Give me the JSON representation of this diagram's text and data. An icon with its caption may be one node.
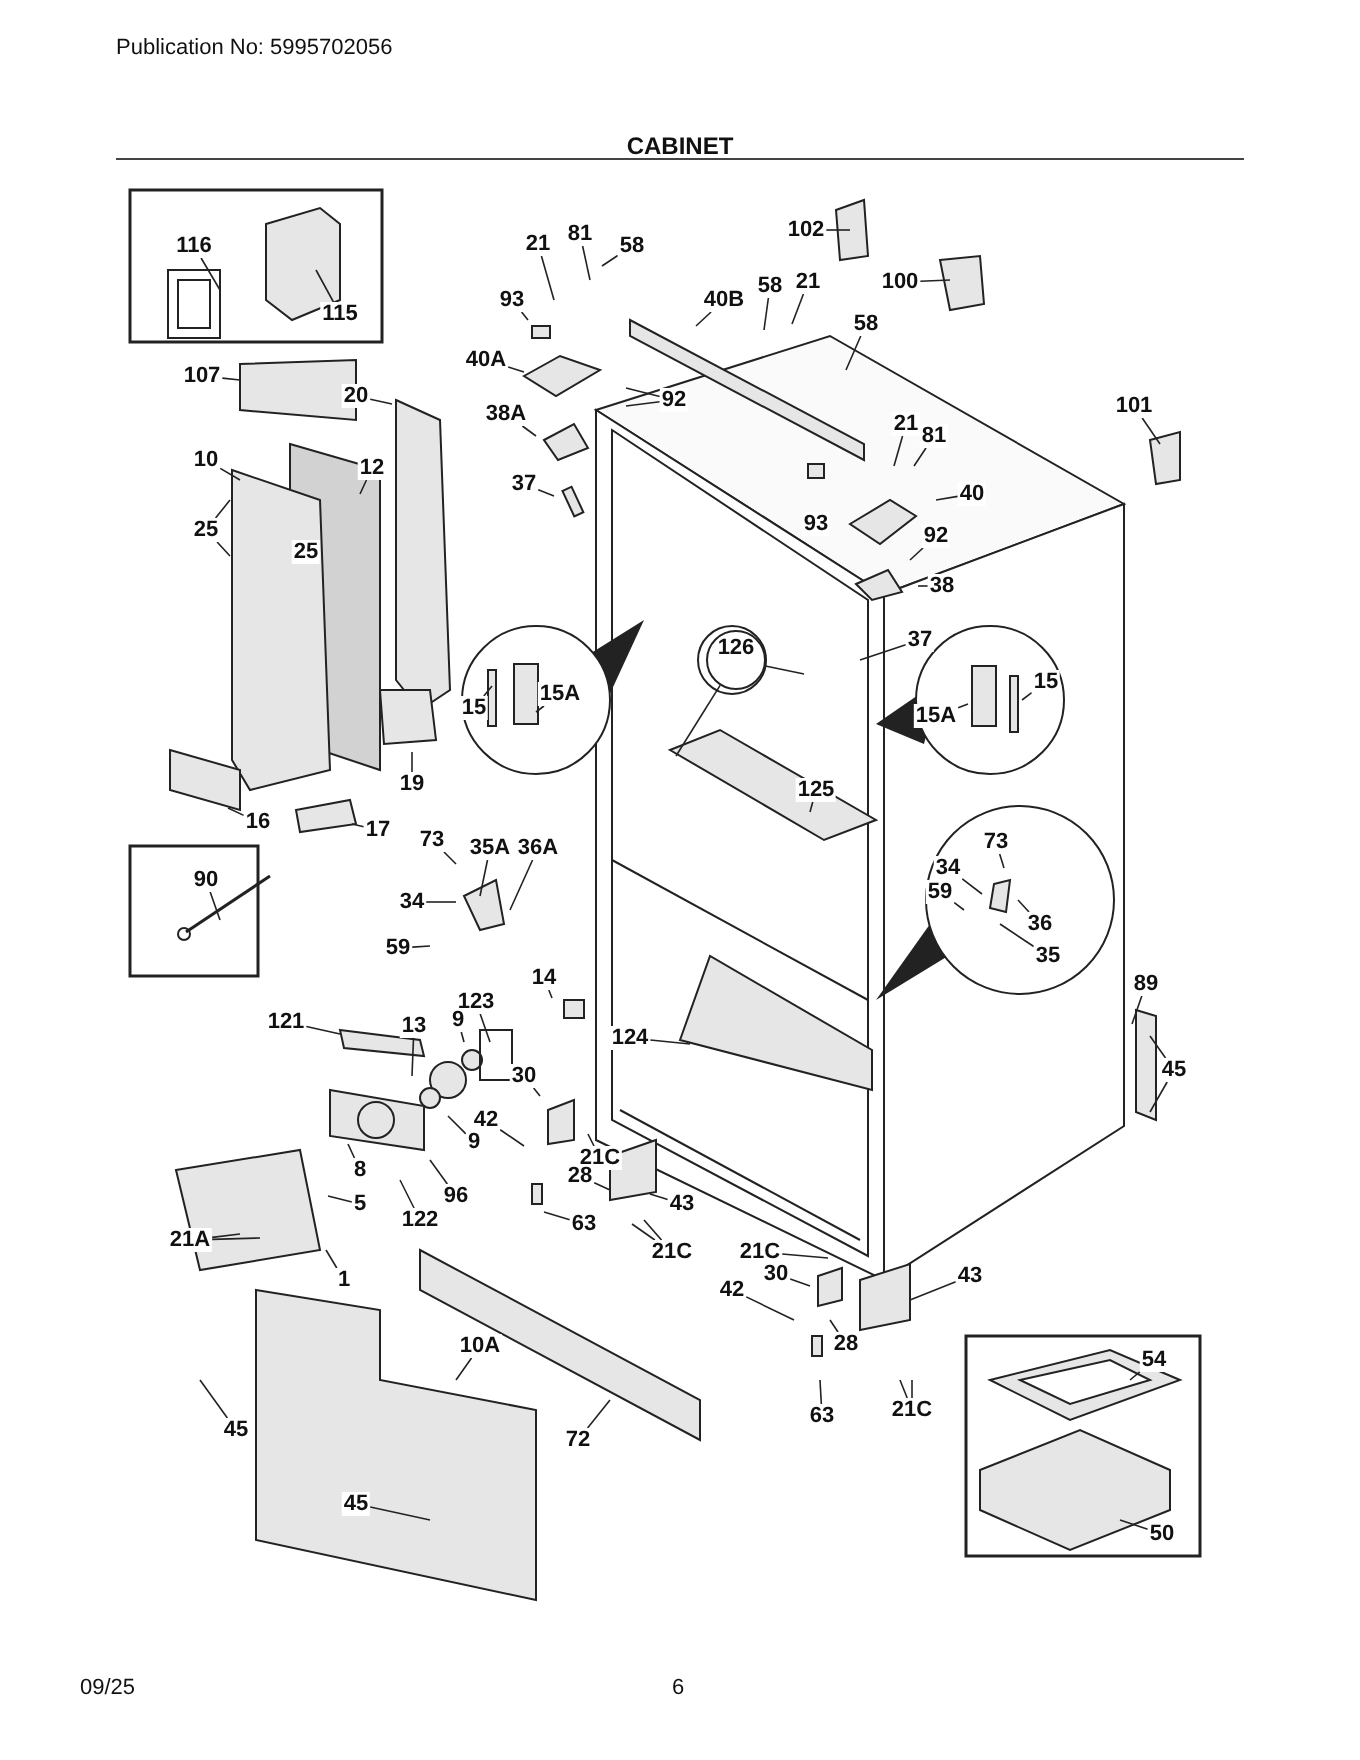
{
  "diagram": {
    "title": "CABINET",
    "nodes": [
      {
        "text": [
          "116"
        ]
      },
      {
        "text": [
          "115"
        ]
      },
      {
        "text": [
          "21"
        ]
      },
      {
        "text": [
          "81"
        ]
      },
      {
        "text": [
          "58"
        ]
      },
      {
        "text": [
          "102"
        ]
      },
      {
        "text": [
          "100"
        ]
      },
      {
        "text": [
          "93"
        ]
      },
      {
        "text": [
          "40B"
        ]
      },
      {
        "text": [
          "58"
        ]
      },
      {
        "text": [
          "21"
        ]
      },
      {
        "text": [
          "58"
        ]
      },
      {
        "text": [
          "40A"
        ]
      },
      {
        "text": [
          "107"
        ]
      },
      {
        "text": [
          "20"
        ]
      },
      {
        "text": [
          "92"
        ]
      },
      {
        "text": [
          "101"
        ]
      },
      {
        "text": [
          "38A"
        ]
      },
      {
        "text": [
          "21"
        ]
      },
      {
        "text": [
          "81"
        ]
      },
      {
        "text": [
          "10"
        ]
      },
      {
        "text": [
          "12"
        ]
      },
      {
        "text": [
          "37"
        ]
      },
      {
        "text": [
          "40"
        ]
      },
      {
        "text": [
          "93"
        ]
      },
      {
        "text": [
          "92"
        ]
      },
      {
        "text": [
          "25"
        ]
      },
      {
        "text": [
          "25"
        ]
      },
      {
        "text": [
          "38"
        ]
      },
      {
        "text": [
          "37"
        ]
      },
      {
        "text": [
          "126"
        ]
      },
      {
        "text": [
          "15"
        ]
      },
      {
        "text": [
          "15A"
        ]
      },
      {
        "text": [
          "15A"
        ]
      },
      {
        "text": [
          "15"
        ]
      },
      {
        "text": [
          "19"
        ]
      },
      {
        "text": [
          "125"
        ]
      },
      {
        "text": [
          "16"
        ]
      },
      {
        "text": [
          "17"
        ]
      },
      {
        "text": [
          "73"
        ]
      },
      {
        "text": [
          "35A"
        ]
      },
      {
        "text": [
          "36A"
        ]
      },
      {
        "text": [
          "73"
        ]
      },
      {
        "text": [
          "34"
        ]
      },
      {
        "text": [
          "90"
        ]
      },
      {
        "text": [
          "59"
        ]
      },
      {
        "text": [
          "34"
        ]
      },
      {
        "text": [
          "36"
        ]
      },
      {
        "text": [
          "35"
        ]
      },
      {
        "text": [
          "59"
        ]
      },
      {
        "text": [
          "14"
        ]
      },
      {
        "text": [
          "89"
        ]
      },
      {
        "text": [
          "123"
        ]
      },
      {
        "text": [
          "121"
        ]
      },
      {
        "text": [
          "13"
        ]
      },
      {
        "text": [
          "9"
        ]
      },
      {
        "text": [
          "124"
        ]
      },
      {
        "text": [
          "45"
        ]
      },
      {
        "text": [
          "30"
        ]
      },
      {
        "text": [
          "42"
        ]
      },
      {
        "text": [
          "9"
        ]
      },
      {
        "text": [
          "21C"
        ]
      },
      {
        "text": [
          "8"
        ]
      },
      {
        "text": [
          "28"
        ]
      },
      {
        "text": [
          "96"
        ]
      },
      {
        "text": [
          "5"
        ]
      },
      {
        "text": [
          "43"
        ]
      },
      {
        "text": [
          "63"
        ]
      },
      {
        "text": [
          "122"
        ]
      },
      {
        "text": [
          "21A"
        ]
      },
      {
        "text": [
          "21C"
        ]
      },
      {
        "text": [
          "21C"
        ]
      },
      {
        "text": [
          "43"
        ]
      },
      {
        "text": [
          "1"
        ]
      },
      {
        "text": [
          "42"
        ]
      },
      {
        "text": [
          "30"
        ]
      },
      {
        "text": [
          "10A"
        ]
      },
      {
        "text": [
          "28"
        ]
      },
      {
        "text": [
          "54"
        ]
      },
      {
        "text": [
          "21C"
        ]
      },
      {
        "text": [
          "63"
        ]
      },
      {
        "text": [
          "45"
        ]
      },
      {
        "text": [
          "72"
        ]
      },
      {
        "text": [
          "45"
        ]
      },
      {
        "text": [
          "50"
        ]
      }
    ],
    "edges": [
      {
        "from": 0,
        "to": null,
        "arrow": "none"
      },
      {
        "from": 1,
        "to": null,
        "arrow": "none"
      },
      {
        "from": 2,
        "to": null,
        "arrow": "none"
      },
      {
        "from": 3,
        "to": null,
        "arrow": "none"
      },
      {
        "from": 4,
        "to": null,
        "arrow": "none"
      },
      {
        "from": 5,
        "to": null,
        "arrow": "none"
      },
      {
        "from": 6,
        "to": null,
        "arrow": "none"
      },
      {
        "from": 7,
        "to": null,
        "arrow": "none"
      },
      {
        "from": 8,
        "to": null,
        "arrow": "none"
      },
      {
        "from": 9,
        "to": null,
        "arrow": "none"
      },
      {
        "from": 10,
        "to": null,
        "arrow": "none"
      },
      {
        "from": 11,
        "to": null,
        "arrow": "none"
      },
      {
        "from": 12,
        "to": null,
        "arrow": "none"
      },
      {
        "from": 13,
        "to": null,
        "arrow": "none"
      },
      {
        "from": 14,
        "to": null,
        "arrow": "none"
      },
      {
        "from": 15,
        "to": null,
        "arrow": "none"
      },
      {
        "from": 15,
        "to": null,
        "arrow": "none"
      },
      {
        "from": 16,
        "to": null,
        "arrow": "none"
      },
      {
        "from": 17,
        "to": null,
        "arrow": "none"
      },
      {
        "from": 18,
        "to": null,
        "arrow": "none"
      },
      {
        "from": 19,
        "to": null,
        "arrow": "none"
      },
      {
        "from": 20,
        "to": null,
        "arrow": "none"
      },
      {
        "from": 21,
        "to": null,
        "arrow": "none"
      },
      {
        "from": 22,
        "to": null,
        "arrow": "none"
      },
      {
        "from": 23,
        "to": null,
        "arrow": "none"
      },
      {
        "from": 25,
        "to": null,
        "arrow": "none"
      },
      {
        "from": 26,
        "to": null,
        "arrow": "none"
      },
      {
        "from": 26,
        "to": null,
        "arrow": "none"
      },
      {
        "from": 28,
        "to": null,
        "arrow": "none"
      },
      {
        "from": 29,
        "to": null,
        "arrow": "none"
      },
      {
        "from": 30,
        "to": null,
        "arrow": "none"
      },
      {
        "from": 30,
        "to": null,
        "arrow": "none"
      },
      {
        "from": 31,
        "to": null,
        "arrow": "none"
      },
      {
        "from": 32,
        "to": null,
        "arrow": "none"
      },
      {
        "from": 33,
        "to": null,
        "arrow": "none"
      },
      {
        "from": 34,
        "to": null,
        "arrow": "none"
      },
      {
        "from": 35,
        "to": null,
        "arrow": "none"
      },
      {
        "from": 36,
        "to": null,
        "arrow": "none"
      },
      {
        "from": 37,
        "to": null,
        "arrow": "none"
      },
      {
        "from": 38,
        "to": null,
        "arrow": "none"
      },
      {
        "from": 39,
        "to": null,
        "arrow": "none"
      },
      {
        "from": 40,
        "to": null,
        "arrow": "none"
      },
      {
        "from": 41,
        "to": null,
        "arrow": "none"
      },
      {
        "from": 42,
        "to": null,
        "arrow": "none"
      },
      {
        "from": 43,
        "to": null,
        "arrow": "none"
      },
      {
        "from": 44,
        "to": null,
        "arrow": "none"
      },
      {
        "from": 45,
        "to": null,
        "arrow": "none"
      },
      {
        "from": 46,
        "to": null,
        "arrow": "none"
      },
      {
        "from": 47,
        "to": null,
        "arrow": "none"
      },
      {
        "from": 48,
        "to": null,
        "arrow": "none"
      },
      {
        "from": 49,
        "to": null,
        "arrow": "none"
      },
      {
        "from": 50,
        "to": null,
        "arrow": "none"
      },
      {
        "from": 51,
        "to": null,
        "arrow": "none"
      },
      {
        "from": 52,
        "to": null,
        "arrow": "none"
      },
      {
        "from": 53,
        "to": null,
        "arrow": "none"
      },
      {
        "from": 54,
        "to": null,
        "arrow": "none"
      },
      {
        "from": 55,
        "to": null,
        "arrow": "none"
      },
      {
        "from": 56,
        "to": null,
        "arrow": "none"
      },
      {
        "from": 57,
        "to": null,
        "arrow": "none"
      },
      {
        "from": 57,
        "to": null,
        "arrow": "none"
      },
      {
        "from": 58,
        "to": null,
        "arrow": "none"
      },
      {
        "from": 59,
        "to": null,
        "arrow": "none"
      },
      {
        "from": 60,
        "to": null,
        "arrow": "none"
      },
      {
        "from": 61,
        "to": null,
        "arrow": "none"
      },
      {
        "from": 62,
        "to": null,
        "arrow": "none"
      },
      {
        "from": 63,
        "to": null,
        "arrow": "none"
      },
      {
        "from": 64,
        "to": null,
        "arrow": "none"
      },
      {
        "from": 65,
        "to": null,
        "arrow": "none"
      },
      {
        "from": 66,
        "to": null,
        "arrow": "none"
      },
      {
        "from": 67,
        "to": null,
        "arrow": "none"
      },
      {
        "from": 68,
        "to": null,
        "arrow": "none"
      },
      {
        "from": 69,
        "to": null,
        "arrow": "none"
      },
      {
        "from": 69,
        "to": null,
        "arrow": "none"
      },
      {
        "from": 70,
        "to": null,
        "arrow": "none"
      },
      {
        "from": 70,
        "to": null,
        "arrow": "none"
      },
      {
        "from": 71,
        "to": null,
        "arrow": "none"
      },
      {
        "from": 72,
        "to": null,
        "arrow": "none"
      },
      {
        "from": 73,
        "to": null,
        "arrow": "none"
      },
      {
        "from": 74,
        "to": null,
        "arrow": "none"
      },
      {
        "from": 75,
        "to": null,
        "arrow": "none"
      },
      {
        "from": 76,
        "to": null,
        "arrow": "none"
      },
      {
        "from": 77,
        "to": null,
        "arrow": "none"
      },
      {
        "from": 78,
        "to": null,
        "arrow": "none"
      },
      {
        "from": 79,
        "to": null,
        "arrow": "none"
      },
      {
        "from": 79,
        "to": null,
        "arrow": "none"
      },
      {
        "from": 80,
        "to": null,
        "arrow": "none"
      },
      {
        "from": 81,
        "to": null,
        "arrow": "none"
      },
      {
        "from": 82,
        "to": null,
        "arrow": "none"
      },
      {
        "from": 83,
        "to": null,
        "arrow": "none"
      },
      {
        "from": 84,
        "to": null,
        "arrow": "none"
      }
    ],
    "labels": [
      "Publication No: 5995702056",
      "09/25",
      "6"
    ]
  }
}
